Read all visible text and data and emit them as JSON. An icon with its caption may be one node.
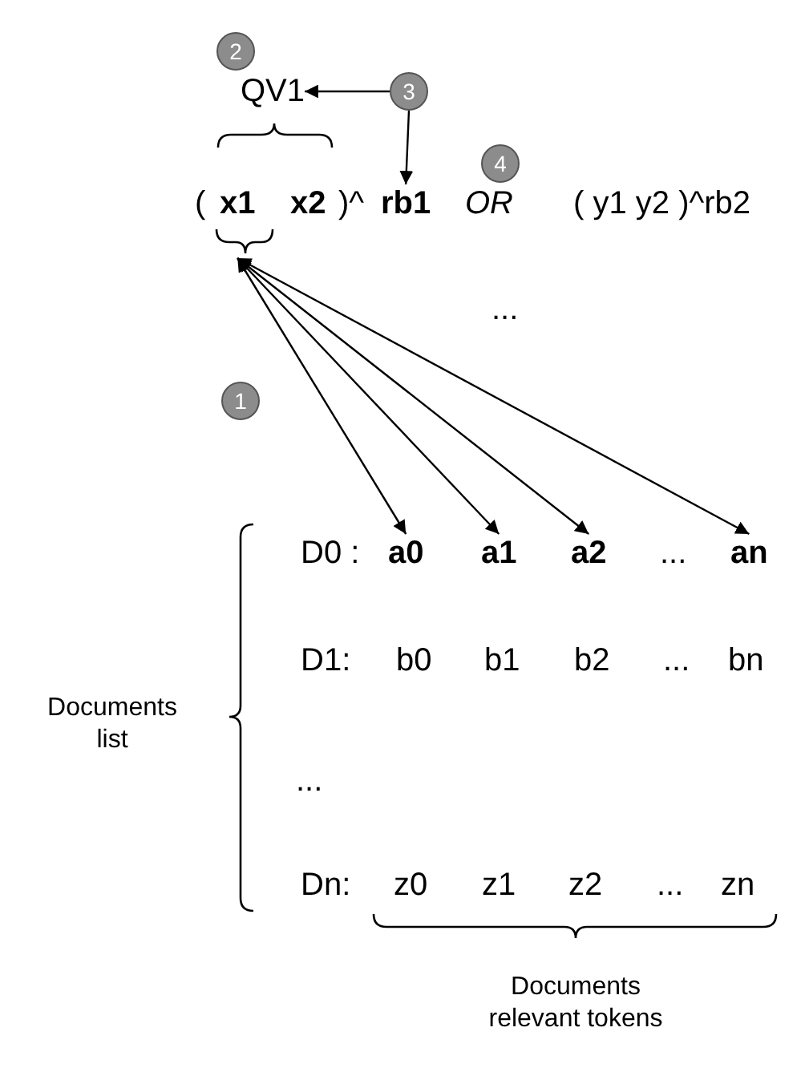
{
  "diagram": {
    "nodes": [
      {
        "text": [
          "2"
        ]
      },
      {
        "text": [
          "QV1"
        ]
      },
      {
        "text": [
          "3"
        ]
      },
      {
        "text": [
          "4"
        ]
      },
      {
        "text": [
          "x1"
        ]
      },
      {
        "text": [
          "rb1"
        ]
      },
      {
        "text": [
          "1"
        ]
      },
      {
        "text": [
          "a0"
        ]
      },
      {
        "text": [
          "a1"
        ]
      },
      {
        "text": [
          "a2"
        ]
      },
      {
        "text": [
          "an"
        ]
      }
    ],
    "edges": [
      {
        "from": 2,
        "to": 1,
        "arrow": "to"
      },
      {
        "from": 2,
        "to": 5,
        "arrow": "to"
      },
      {
        "from": 4,
        "to": 7,
        "arrow": "both"
      },
      {
        "from": 4,
        "to": 8,
        "arrow": "both"
      },
      {
        "from": 4,
        "to": 9,
        "arrow": "both"
      },
      {
        "from": 4,
        "to": 10,
        "arrow": "both"
      }
    ],
    "labels": [
      "(",
      "x2",
      ")^",
      "OR",
      "( y1 y2 )^rb2",
      "...",
      "D0 :",
      "...",
      "D1:",
      "b0",
      "b1",
      "b2",
      "...",
      "bn",
      "Documents list",
      "...",
      "Dn:",
      "z0",
      "z1",
      "z2",
      "...",
      "zn",
      "Documents relevant tokens"
    ]
  }
}
